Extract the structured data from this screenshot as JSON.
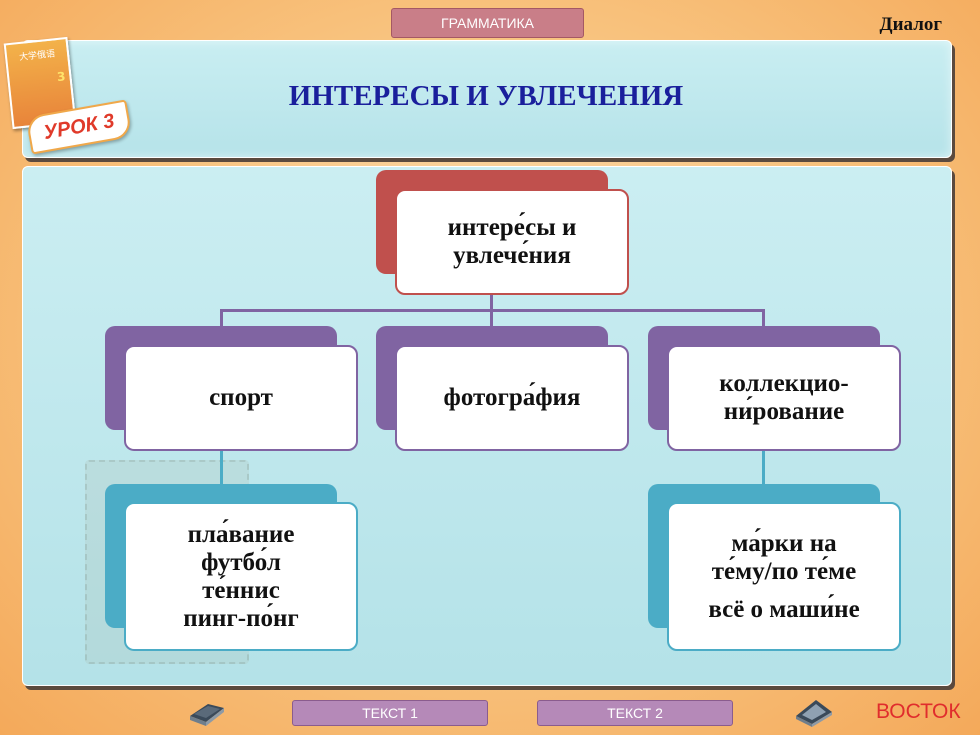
{
  "header": {
    "tab": "ГРАММАТИКА",
    "right_label": "Диалог",
    "title": "ИНТЕРЕСЫ И УВЛЕЧЕНИЯ"
  },
  "badge": {
    "book_text": "大学俄语",
    "book_number": "3",
    "lesson": "УРОК 3"
  },
  "diagram": {
    "root_line1": "интере́сы и",
    "root_line2": "увлече́ния",
    "branch1": "спорт",
    "branch2": "фотогра́фия",
    "branch3_line1": "коллекцио-",
    "branch3_line2": "ни́рование",
    "sport_items": [
      "пла́вание",
      "футбо́л",
      "те́ннис",
      "пинг-по́нг"
    ],
    "collect_items": [
      "ма́рки на",
      "те́му/по те́ме",
      "всё о маши́не"
    ]
  },
  "footer": {
    "btn1": "ТЕКСТ  1",
    "btn2": "ТЕКСТ  2",
    "right_label": "ВОСТОК"
  },
  "icons": [
    "book-back-icon",
    "book-forward-icon"
  ],
  "colors": {
    "root": "#c0504d",
    "branch": "#8064a2",
    "leaf": "#4bacc6",
    "title": "#1a1f9c"
  }
}
